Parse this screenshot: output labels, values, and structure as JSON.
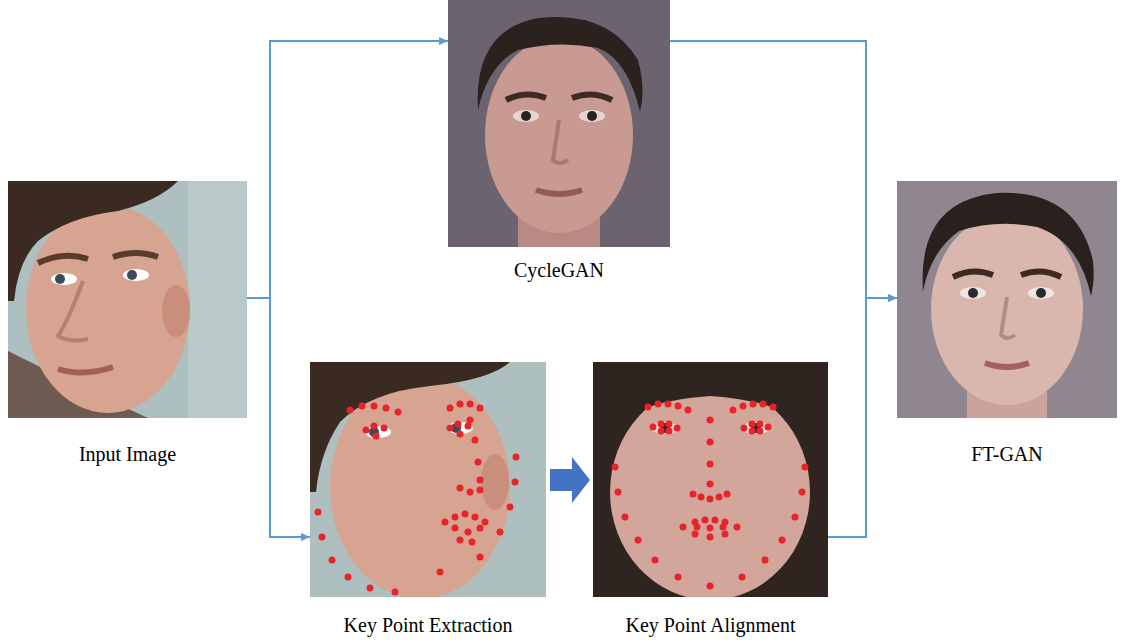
{
  "diagram": {
    "nodes": [
      {
        "text": [
          "Input Image"
        ]
      },
      {
        "text": [
          "CycleGAN"
        ]
      },
      {
        "text": [
          "Key Point Extraction"
        ]
      },
      {
        "text": [
          "Key Point Alignment"
        ]
      },
      {
        "text": [
          "FT-GAN"
        ]
      }
    ],
    "edges": [
      {
        "from": 0,
        "to": 1,
        "arrow": "to"
      },
      {
        "from": 0,
        "to": 2,
        "arrow": "to"
      },
      {
        "from": 2,
        "to": 3,
        "arrow": "to"
      },
      {
        "from": 1,
        "to": 4,
        "arrow": "to"
      },
      {
        "from": 3,
        "to": 4,
        "arrow": "to"
      }
    ]
  }
}
